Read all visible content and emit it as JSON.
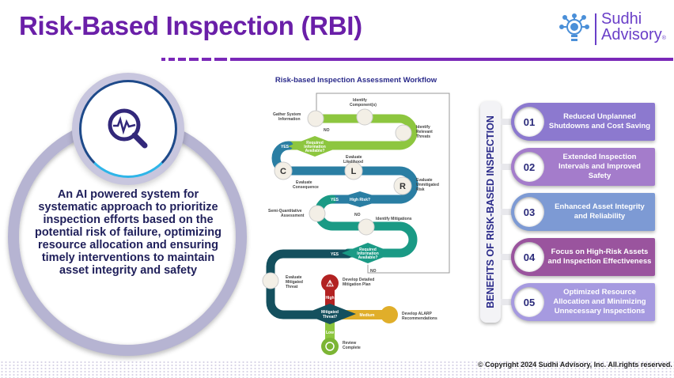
{
  "title": "Risk-Based Inspection (RBI)",
  "logo": {
    "line1": "Sudhi",
    "line2": "Advisory",
    "mark": "®"
  },
  "main_text": "An AI powered system for systematic approach to prioritize inspection efforts based on the potential risk of failure, optimizing resource allocation and ensuring timely interventions to maintain asset integrity and safety",
  "workflow": {
    "title": "Risk-based Inspection Assessment Workflow",
    "gather": [
      "Gather System",
      "Information"
    ],
    "identify_comp": [
      "Identify",
      "Component(s)"
    ],
    "threats": [
      "Identify",
      "Relevant",
      "Threats"
    ],
    "req1": [
      "Required",
      "Information",
      "Available?"
    ],
    "yes": "YES",
    "no": "NO",
    "likelihood": [
      "Evaluate",
      "Likelihood"
    ],
    "consequence": [
      "Evaluate",
      "Consequence"
    ],
    "unmitigated": [
      "Evaluate",
      "Unmitigated",
      "Risk"
    ],
    "c": "C",
    "l": "L",
    "r": "R",
    "high_risk": "High Risk?",
    "semi": [
      "Semi-Quantitative",
      "Assessment"
    ],
    "mitigations": "Identify Mitigations",
    "req2": [
      "Required",
      "Information",
      "Available?"
    ],
    "mit_threat_eval": [
      "Evaluate",
      "Mitigated",
      "Threat"
    ],
    "plan": [
      "Develop Detailed",
      "Mitigation Plan"
    ],
    "high": "High",
    "medium": "Medium",
    "low": "Low",
    "mit_q": [
      "Mitigated",
      "Threat?"
    ],
    "alarp": [
      "Develop ALARP",
      "Recommendations"
    ],
    "review": [
      "Review",
      "Complete"
    ]
  },
  "benefits": {
    "heading": "BENEFITS OF RISK-BASED INSPECTION",
    "items": [
      {
        "num": "01",
        "label": "Reduced Unplanned Shutdowns and Cost Saving",
        "color": "#8c79cf"
      },
      {
        "num": "02",
        "label": "Extended Inspection Intervals and Improved Safety",
        "color": "#a47ccb"
      },
      {
        "num": "03",
        "label": "Enhanced Asset Integrity and Reliability",
        "color": "#7d9ad4"
      },
      {
        "num": "04",
        "label": "Focus on High-Risk Assets and Inspection Effectiveness",
        "color": "#9a549e"
      },
      {
        "num": "05",
        "label": "Optimized Resource Allocation and Minimizing Unnecessary Inspections",
        "color": "#a69ae0"
      }
    ]
  },
  "copyright": "© Copyright 2024 Sudhi Advisory, Inc. All.rights reserved."
}
